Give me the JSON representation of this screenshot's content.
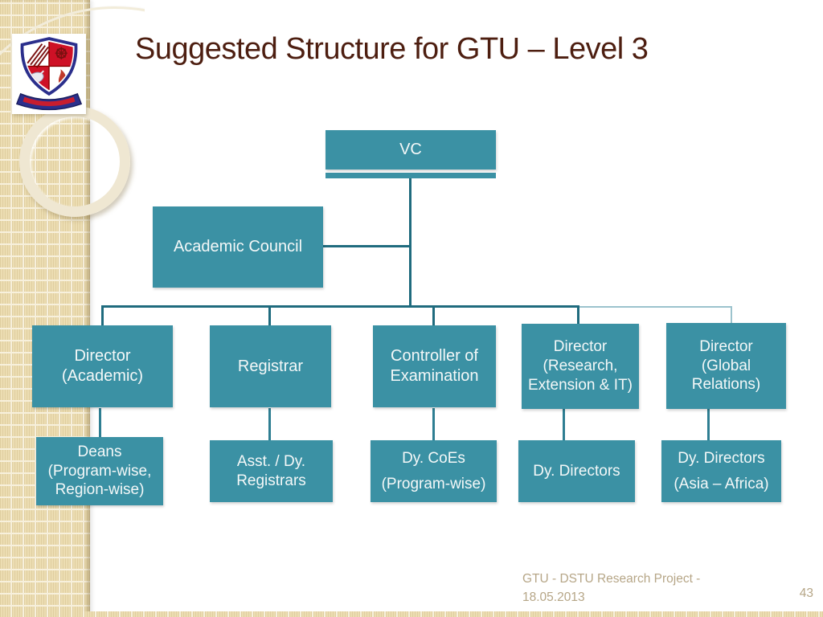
{
  "slide": {
    "title": "Suggested Structure for GTU – Level 3",
    "footer_line1": "GTU - DSTU Research Project -",
    "footer_line2": "18.05.2013",
    "page_number": "43"
  },
  "org": {
    "root": {
      "label": "VC"
    },
    "assistant": {
      "label": "Academic Council"
    },
    "level2": [
      {
        "label": "Director\n(Academic)"
      },
      {
        "label": "Registrar"
      },
      {
        "label": "Controller of\nExamination"
      },
      {
        "label": "Director\n(Research,\nExtension & IT)"
      },
      {
        "label": "Director\n(Global\nRelations)"
      }
    ],
    "level3": [
      {
        "label": "Deans\n(Program-wise,\nRegion-wise)"
      },
      {
        "label": "Asst. / Dy.\nRegistrars"
      },
      {
        "label": "Dy. CoEs\n(Program-wise)"
      },
      {
        "label": "Dy. Directors"
      },
      {
        "label": "Dy. Directors\n(Asia – Africa)"
      }
    ]
  },
  "colors": {
    "box_teal": "#3b91a4",
    "connector_dark": "#1f6b7e",
    "connector_medium": "#2e7e92",
    "connector_light": "#9cc3cd",
    "title_maroon": "#4d1e10",
    "footer_tan": "#b6a687",
    "sidebar_tan": "#ecddb2"
  }
}
